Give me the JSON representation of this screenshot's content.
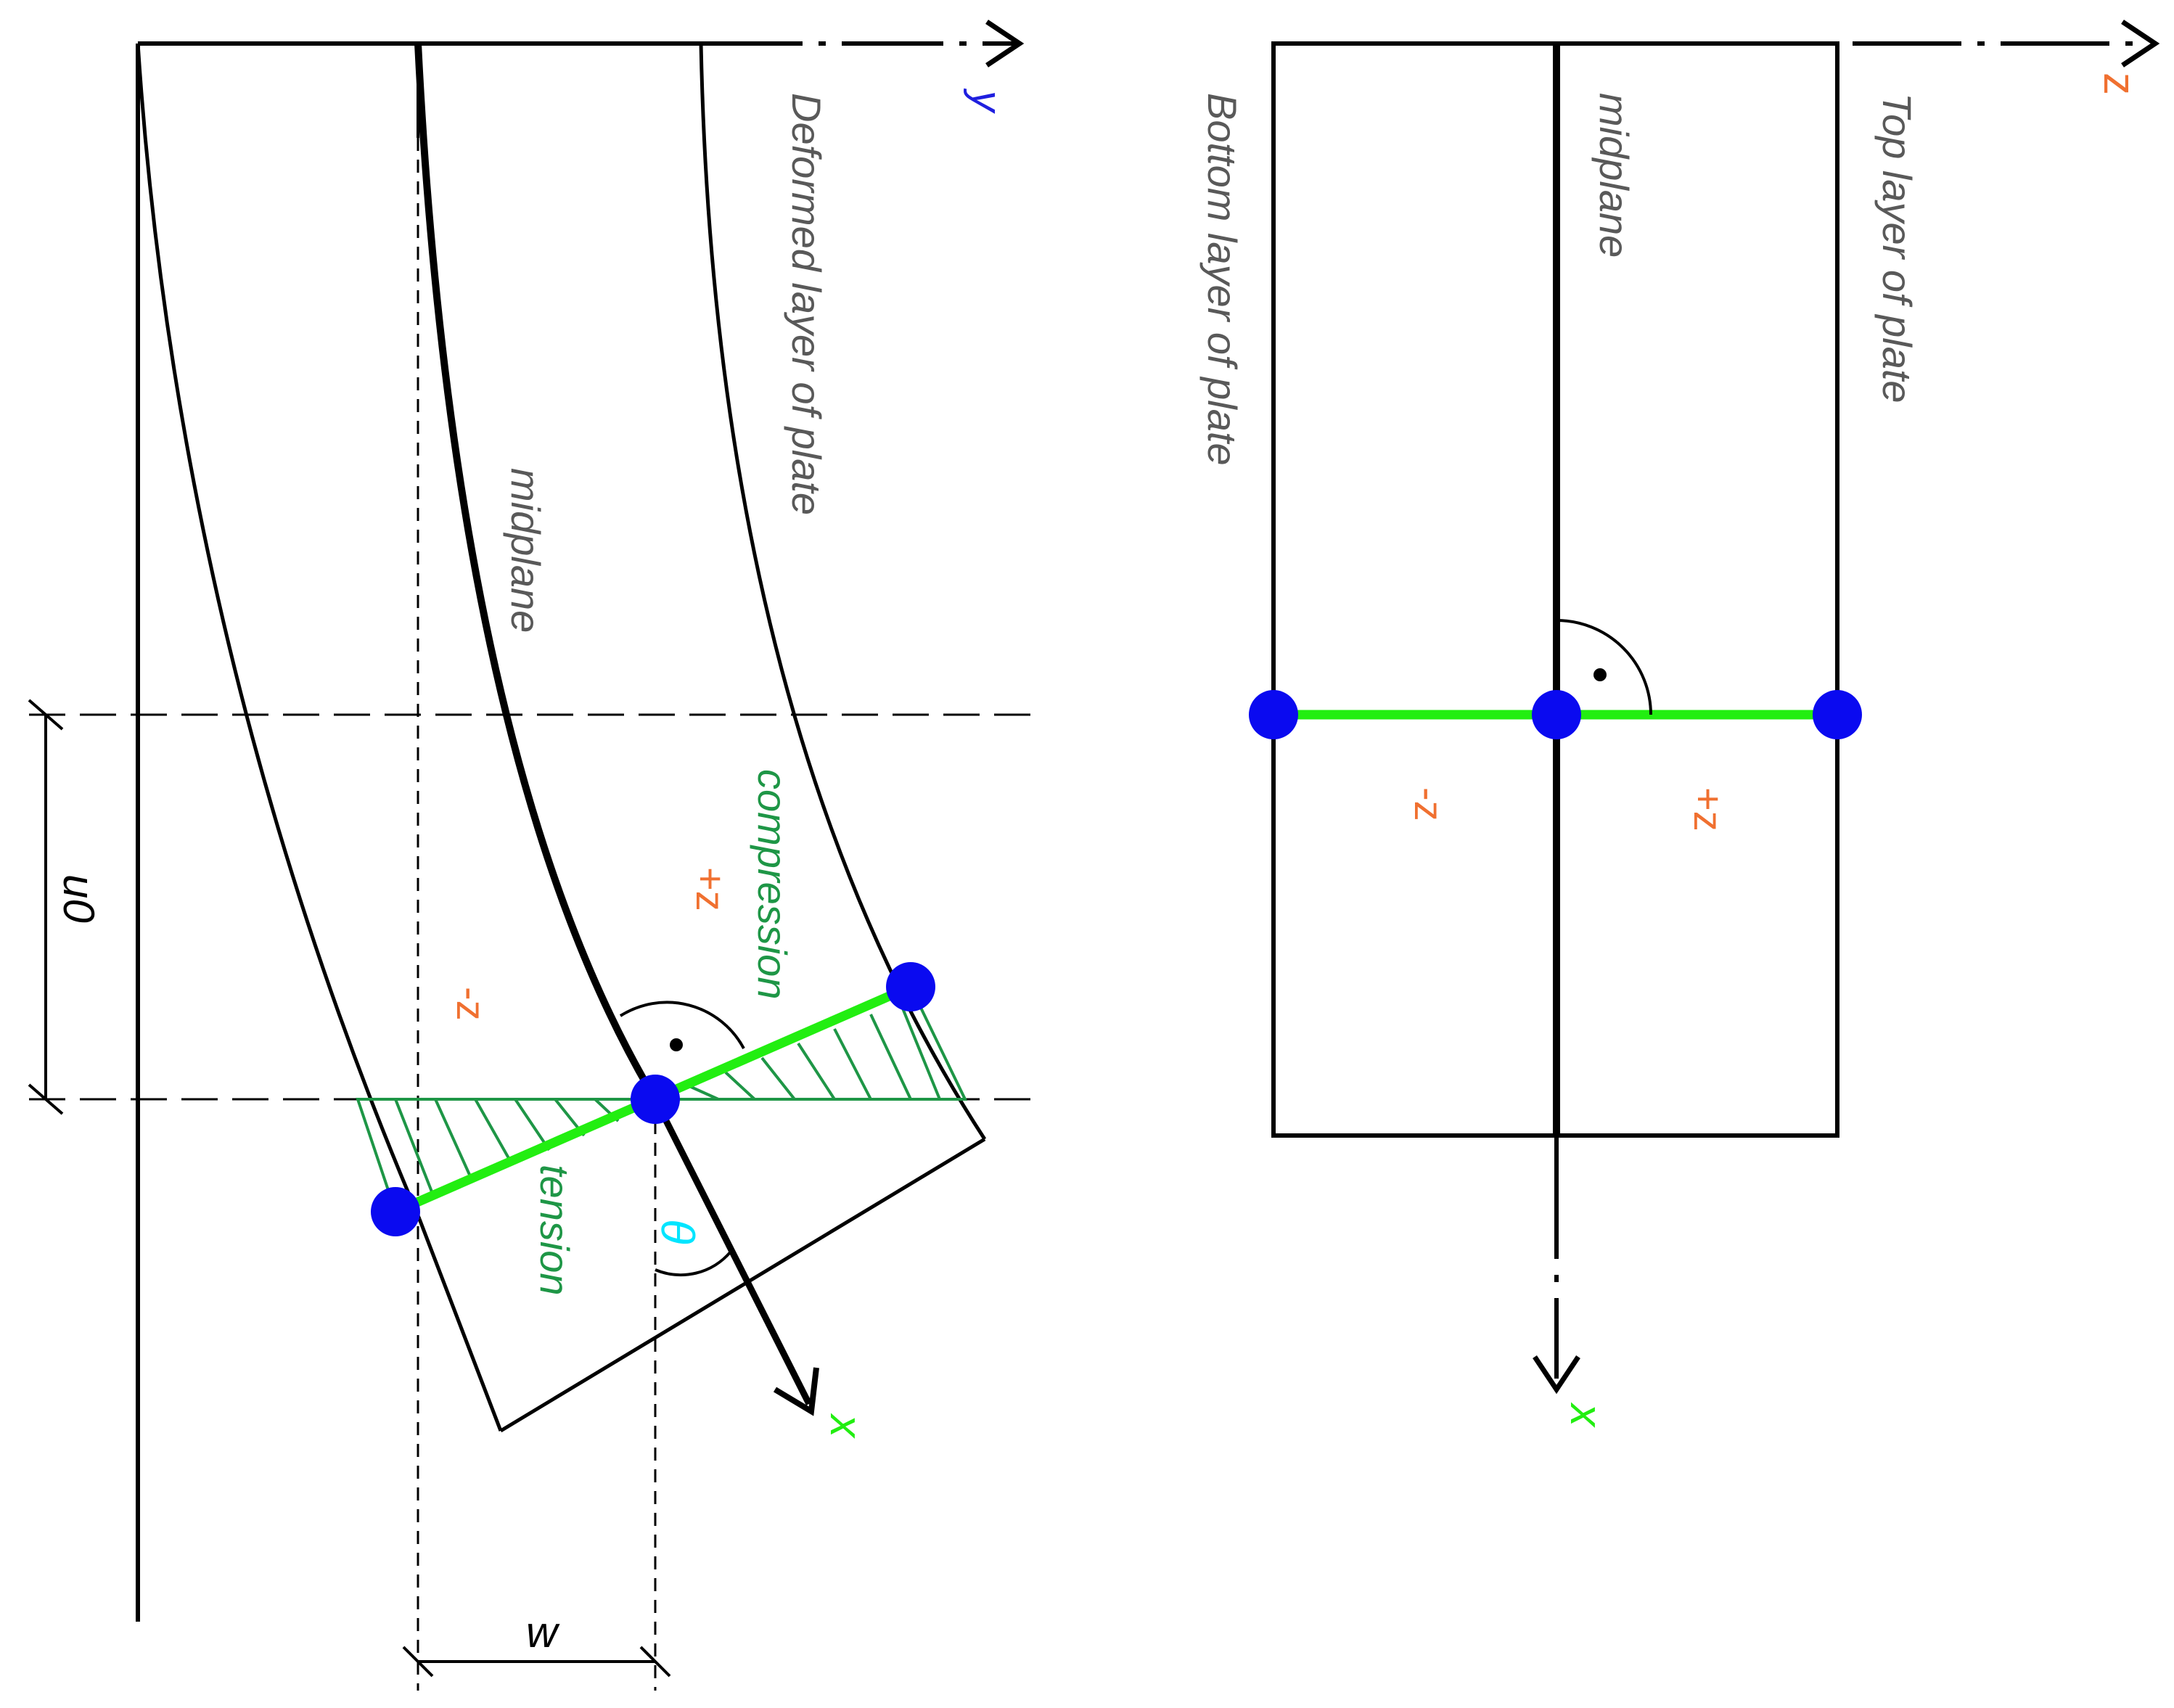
{
  "left_panel": {
    "axis_y_label": "y",
    "axis_x_label": "x",
    "deformed_label": "Deformed layer of plate",
    "midplane_label": "midplane",
    "compression_label": "compression",
    "tension_label": "tension",
    "z_plus_label": "+z",
    "z_minus_label": "-z",
    "theta_label": "θ",
    "u0_label": "u0",
    "w_label": "w"
  },
  "right_panel": {
    "axis_z_label": "z",
    "axis_x_label": "x",
    "bottom_label": "Bottom layer of plate",
    "midplane_label": "midplane",
    "top_label": "Top layer of plate",
    "z_plus_label": "+z",
    "z_minus_label": "-z"
  },
  "colors": {
    "point": "#0a0af0",
    "normal_line": "#22ee11",
    "stress_hatch": "#1e9646",
    "z_label": "#f07030",
    "y_axis_label": "#1f1fdf",
    "x_axis_label": "#22ee11",
    "theta": "#00e5ff",
    "annotation_text": "#595959"
  }
}
